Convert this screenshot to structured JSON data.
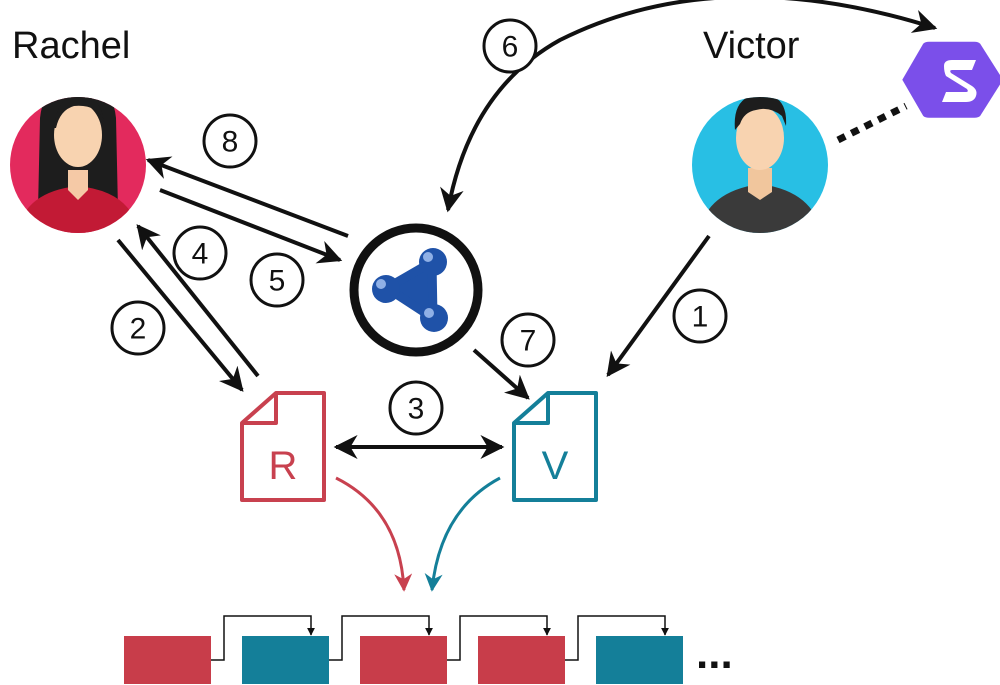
{
  "actors": {
    "rachel": {
      "name": "Rachel",
      "color": "#e32a5d"
    },
    "victor": {
      "name": "Victor",
      "color": "#28bfe4"
    }
  },
  "documents": {
    "rachel_doc": {
      "letter": "R",
      "color": "#c8414f"
    },
    "victor_doc": {
      "letter": "V",
      "color": "#147f99"
    }
  },
  "steps": [
    "1",
    "2",
    "3",
    "4",
    "5",
    "6",
    "7",
    "8"
  ],
  "chain": {
    "blocks": [
      "R",
      "V",
      "R",
      "R",
      "V"
    ],
    "ellipsis": "...",
    "colors": {
      "R": "#c83d4a",
      "V": "#147f99"
    }
  },
  "icons": {
    "hub": "network-node-icon",
    "service": "hexagon-s-logo-icon"
  },
  "colors": {
    "hub_blue": "#1f52a8",
    "service_purple": "#7b4fea"
  }
}
